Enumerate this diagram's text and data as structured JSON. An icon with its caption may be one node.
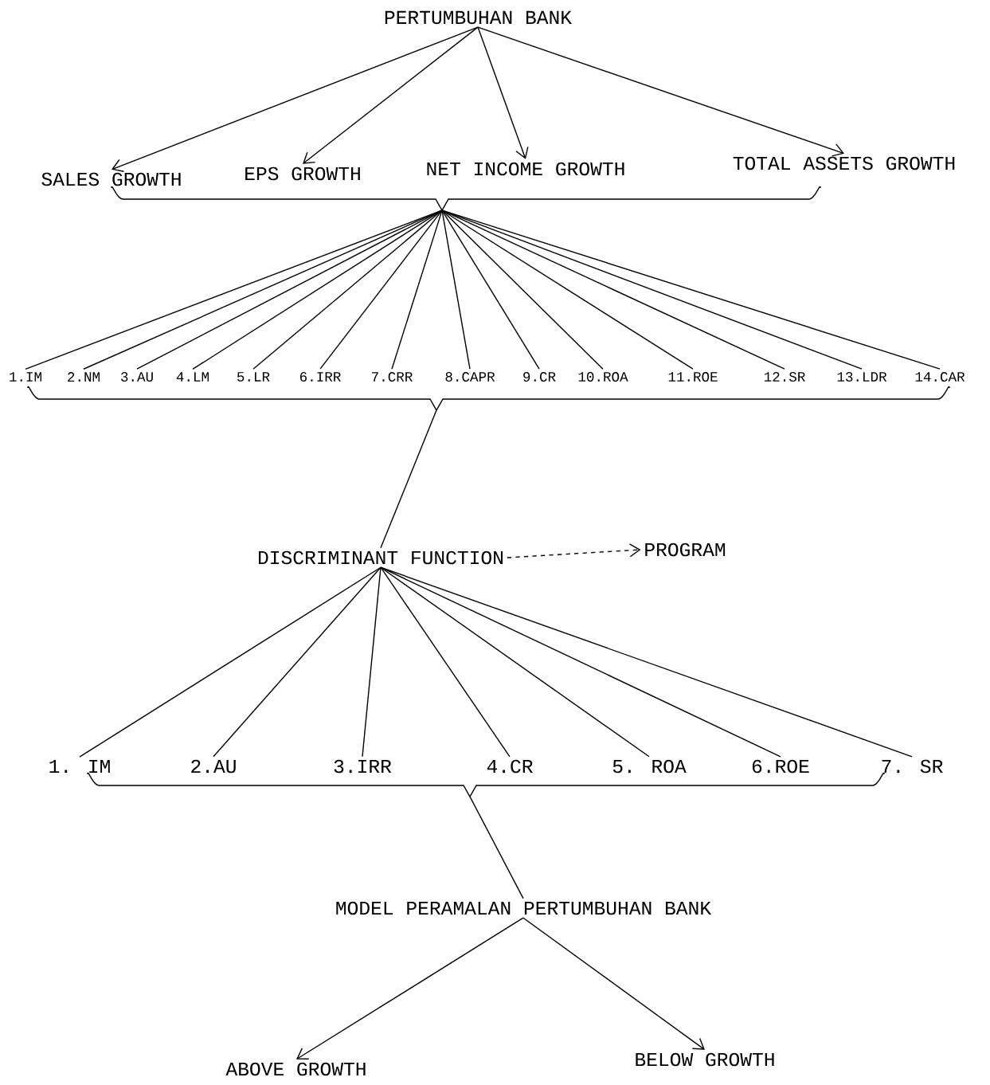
{
  "diagram": {
    "nodes": [
      {
        "text": [
          "PERTUMBUHAN BANK"
        ]
      },
      {
        "text": [
          "SALES GROWTH"
        ]
      },
      {
        "text": [
          "EPS GROWTH"
        ]
      },
      {
        "text": [
          "NET INCOME GROWTH"
        ]
      },
      {
        "text": [
          "TOTAL ASSETS GROWTH"
        ]
      },
      {
        "text": [],
        "shape": "bracket"
      },
      {
        "text": [
          "1.IM"
        ]
      },
      {
        "text": [
          "2.NM"
        ]
      },
      {
        "text": [
          "3.AU"
        ]
      },
      {
        "text": [
          "4.LM"
        ]
      },
      {
        "text": [
          "5.LR"
        ]
      },
      {
        "text": [
          "6.IRR"
        ]
      },
      {
        "text": [
          "7.CRR"
        ]
      },
      {
        "text": [
          "8.CAPR"
        ]
      },
      {
        "text": [
          "9.CR"
        ]
      },
      {
        "text": [
          "10.ROA"
        ]
      },
      {
        "text": [
          "11.ROE"
        ]
      },
      {
        "text": [
          "12.SR"
        ]
      },
      {
        "text": [
          "13.LDR"
        ]
      },
      {
        "text": [
          "14.CAR"
        ]
      },
      {
        "text": [],
        "shape": "bracket"
      },
      {
        "text": [
          "DISCRIMINANT FUNCTION"
        ]
      },
      {
        "text": [
          "PROGRAM"
        ]
      },
      {
        "text": [
          "1. IM"
        ]
      },
      {
        "text": [
          "2.AU"
        ]
      },
      {
        "text": [
          "3.IRR"
        ]
      },
      {
        "text": [
          "4.CR"
        ]
      },
      {
        "text": [
          "5. ROA"
        ]
      },
      {
        "text": [
          "6.ROE"
        ]
      },
      {
        "text": [
          "7. SR"
        ]
      },
      {
        "text": [],
        "shape": "bracket"
      },
      {
        "text": [
          "MODEL PERAMALAN PERTUMBUHAN BANK"
        ]
      },
      {
        "text": [
          "ABOVE GROWTH"
        ]
      },
      {
        "text": [
          "BELOW GROWTH"
        ]
      }
    ],
    "edges": [
      {
        "from": 0,
        "to": 1,
        "arrow": "to"
      },
      {
        "from": 0,
        "to": 2,
        "arrow": "to"
      },
      {
        "from": 0,
        "to": 3,
        "arrow": "to"
      },
      {
        "from": 0,
        "to": 4,
        "arrow": "to"
      },
      {
        "from": 5,
        "to": 6,
        "arrow": "none"
      },
      {
        "from": 5,
        "to": 7,
        "arrow": "none"
      },
      {
        "from": 5,
        "to": 8,
        "arrow": "none"
      },
      {
        "from": 5,
        "to": 9,
        "arrow": "none"
      },
      {
        "from": 5,
        "to": 10,
        "arrow": "none"
      },
      {
        "from": 5,
        "to": 11,
        "arrow": "none"
      },
      {
        "from": 5,
        "to": 12,
        "arrow": "none"
      },
      {
        "from": 5,
        "to": 13,
        "arrow": "none"
      },
      {
        "from": 5,
        "to": 14,
        "arrow": "none"
      },
      {
        "from": 5,
        "to": 15,
        "arrow": "none"
      },
      {
        "from": 5,
        "to": 16,
        "arrow": "none"
      },
      {
        "from": 5,
        "to": 17,
        "arrow": "none"
      },
      {
        "from": 5,
        "to": 18,
        "arrow": "none"
      },
      {
        "from": 5,
        "to": 19,
        "arrow": "none"
      },
      {
        "from": 20,
        "to": 21,
        "arrow": "none"
      },
      {
        "from": 21,
        "to": 22,
        "arrow": "to",
        "style": "dashed"
      },
      {
        "from": 21,
        "to": 23,
        "arrow": "none"
      },
      {
        "from": 21,
        "to": 24,
        "arrow": "none"
      },
      {
        "from": 21,
        "to": 25,
        "arrow": "none"
      },
      {
        "from": 21,
        "to": 26,
        "arrow": "none"
      },
      {
        "from": 21,
        "to": 27,
        "arrow": "none"
      },
      {
        "from": 21,
        "to": 28,
        "arrow": "none"
      },
      {
        "from": 21,
        "to": 29,
        "arrow": "none"
      },
      {
        "from": 30,
        "to": 31,
        "arrow": "none"
      },
      {
        "from": 31,
        "to": 32,
        "arrow": "to"
      },
      {
        "from": 31,
        "to": 33,
        "arrow": "to"
      }
    ]
  }
}
